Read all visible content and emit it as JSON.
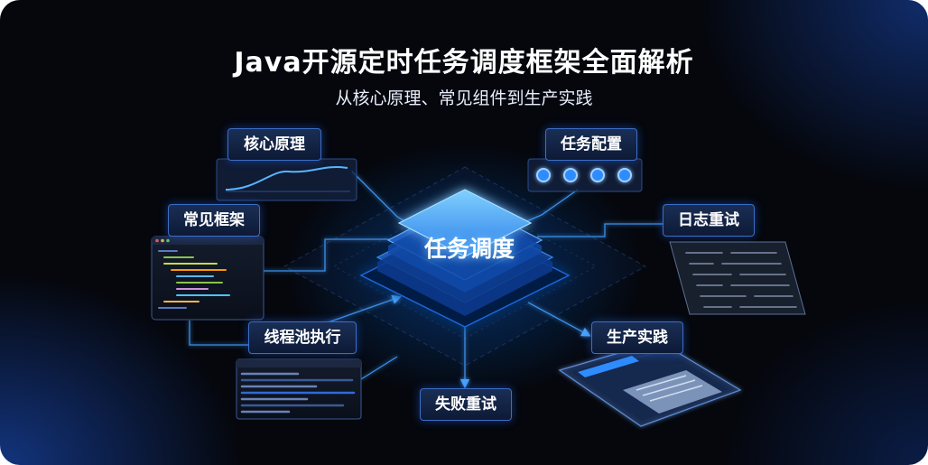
{
  "title": "Java开源定时任务调度框架全面解析",
  "subtitle": "从核心原理、常见组件到生产实践",
  "center": {
    "label": "任务调度"
  },
  "nodes": {
    "core_principle": "核心原理",
    "task_config": "任务配置",
    "common_frameworks": "常见框架",
    "log_retry": "日志重试",
    "thread_pool": "线程池执行",
    "production": "生产实践",
    "failure_retry": "失败重试"
  },
  "colors": {
    "background": "#05070d",
    "accent": "#2f8cff",
    "glow": "#5fb6ff",
    "label_border": "#3d6ec5"
  }
}
